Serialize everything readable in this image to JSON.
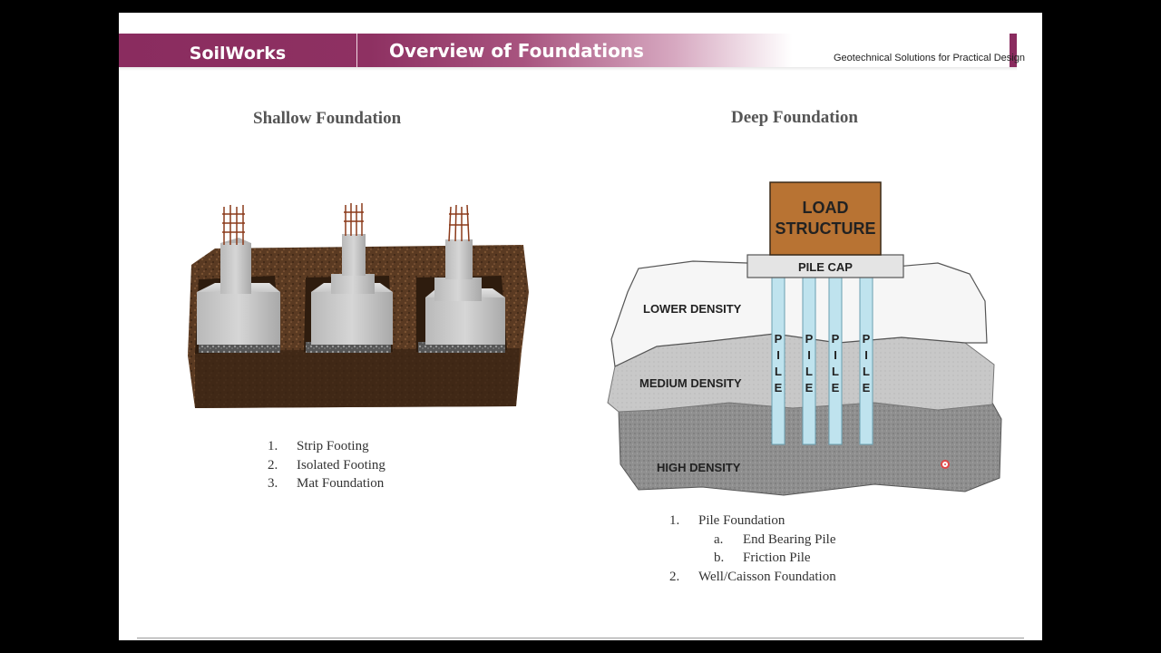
{
  "header": {
    "brand": "SoilWorks",
    "title": "Overview of Foundations",
    "tagline": "Geotechnical Solutions for Practical Design"
  },
  "shallow": {
    "heading": "Shallow Foundation",
    "items": [
      {
        "num": "1.",
        "label": "Strip Footing"
      },
      {
        "num": "2.",
        "label": "Isolated Footing"
      },
      {
        "num": "3.",
        "label": "Mat Foundation"
      }
    ]
  },
  "deep": {
    "heading": "Deep Foundation",
    "diagram": {
      "load_line1": "LOAD",
      "load_line2": "STRUCTURE",
      "pile_cap": "PILE CAP",
      "pile_letters": [
        "P",
        "I",
        "L",
        "E"
      ],
      "layers": {
        "lower": "LOWER DENSITY",
        "medium": "MEDIUM DENSITY",
        "high": "HIGH DENSITY"
      },
      "colors": {
        "load_box": "#b87333",
        "pile": "#bfe3ee",
        "lower_soil": "#f4f4f4",
        "medium_soil": "#c8c8c8",
        "high_soil": "#8f8f8f"
      }
    },
    "items": [
      {
        "num": "1.",
        "label": "Pile Foundation"
      },
      {
        "num": "a.",
        "label": "End Bearing Pile",
        "sub": true
      },
      {
        "num": "b.",
        "label": "Friction Pile",
        "sub": true
      },
      {
        "num": "2.",
        "label": "Well/Caisson Foundation"
      }
    ]
  },
  "colors": {
    "brand": "#8a2c5f"
  }
}
